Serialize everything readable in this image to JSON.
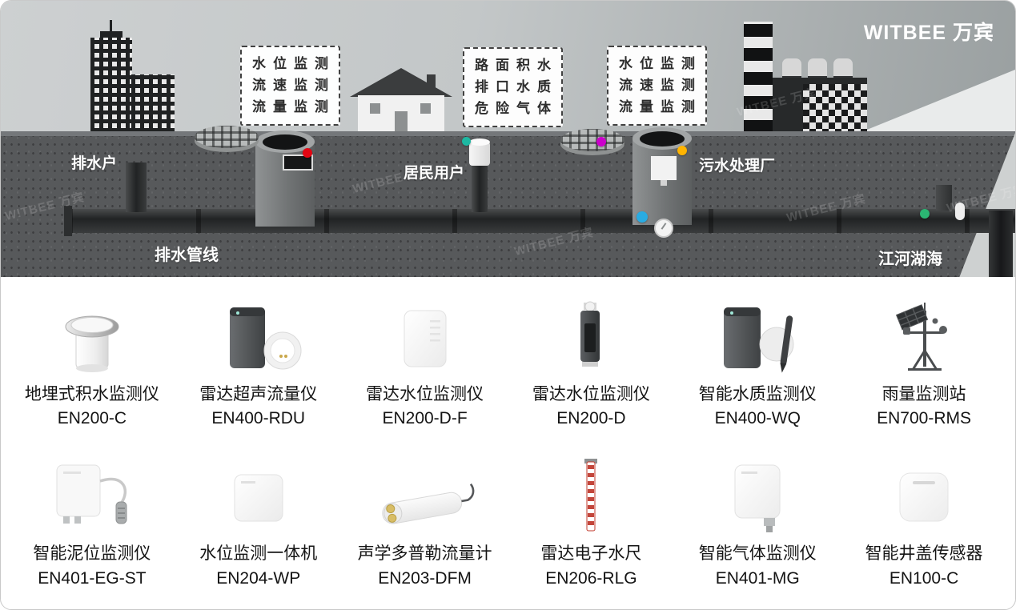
{
  "brand": {
    "logo": "WITBEE 万宾"
  },
  "watermark": "WITBEE 万宾",
  "scene": {
    "callouts": [
      {
        "lines": [
          "水位监测",
          "流速监测",
          "流量监测"
        ]
      },
      {
        "lines": [
          "路面积水",
          "排口水质",
          "危险气体"
        ]
      },
      {
        "lines": [
          "水位监测",
          "流速监测",
          "流量监测"
        ]
      }
    ],
    "labels": {
      "drain_user": "排水户",
      "resident_user": "居民用户",
      "sewage_plant": "污水处理厂",
      "drain_pipeline": "排水管线",
      "rivers_lakes_seas": "江河湖海"
    },
    "sensor_dots": [
      {
        "name": "red",
        "color": "#e30613"
      },
      {
        "name": "teal",
        "color": "#1db8a2"
      },
      {
        "name": "magenta",
        "color": "#cc00cc"
      },
      {
        "name": "orange",
        "color": "#ffb400"
      },
      {
        "name": "blue",
        "color": "#29abe2"
      },
      {
        "name": "green",
        "color": "#2bb673"
      }
    ]
  },
  "products": [
    {
      "name": "地埋式积水监测仪",
      "model": "EN200-C"
    },
    {
      "name": "雷达超声流量仪",
      "model": "EN400-RDU"
    },
    {
      "name": "雷达水位监测仪",
      "model": "EN200-D-F"
    },
    {
      "name": "雷达水位监测仪",
      "model": "EN200-D"
    },
    {
      "name": "智能水质监测仪",
      "model": "EN400-WQ"
    },
    {
      "name": "雨量监测站",
      "model": "EN700-RMS"
    },
    {
      "name": "智能泥位监测仪",
      "model": "EN401-EG-ST"
    },
    {
      "name": "水位监测一体机",
      "model": "EN204-WP"
    },
    {
      "name": "声学多普勒流量计",
      "model": "EN203-DFM"
    },
    {
      "name": "雷达电子水尺",
      "model": "EN206-RLG"
    },
    {
      "name": "智能气体监测仪",
      "model": "EN401-MG"
    },
    {
      "name": "智能井盖传感器",
      "model": "EN100-C"
    }
  ]
}
